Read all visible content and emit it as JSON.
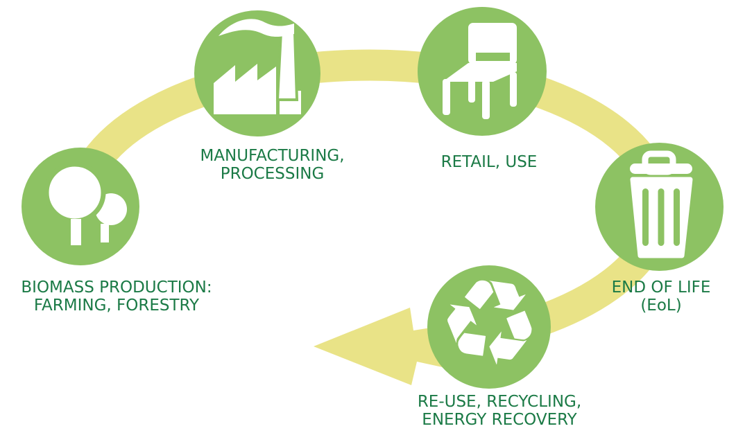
{
  "diagram": {
    "name": "product-lifecycle-diagram",
    "description": "Circular bio-based product life cycle with pale yellow clockwise arrow connecting five green stage icons",
    "colors": {
      "circle_green": "#8dc263",
      "band_yellow": "#e9e387",
      "label_green": "#1b7a46",
      "icon_white": "#ffffff"
    },
    "recycle_glyph": "♻",
    "arrow": {
      "name": "lifecycle-arrow",
      "direction": "clockwise",
      "shape": "elliptical band ending in left-pointing arrowhead"
    },
    "stages": [
      {
        "id": "biomass",
        "icon": "trees-icon",
        "label_lines": [
          "BIOMASS PRODUCTION:",
          "FARMING, FORESTRY"
        ]
      },
      {
        "id": "manufacturing",
        "icon": "factory-icon",
        "label_lines": [
          "MANUFACTURING,",
          "PROCESSING"
        ]
      },
      {
        "id": "retail",
        "icon": "chair-icon",
        "label_lines": [
          "RETAIL, USE"
        ]
      },
      {
        "id": "end-of-life",
        "icon": "trash-icon",
        "label_lines": [
          "END OF LIFE",
          "(EoL)"
        ]
      },
      {
        "id": "recycling",
        "icon": "recycle-icon",
        "label_lines": [
          "RE-USE, RECYCLING,",
          "ENERGY RECOVERY"
        ]
      }
    ]
  }
}
